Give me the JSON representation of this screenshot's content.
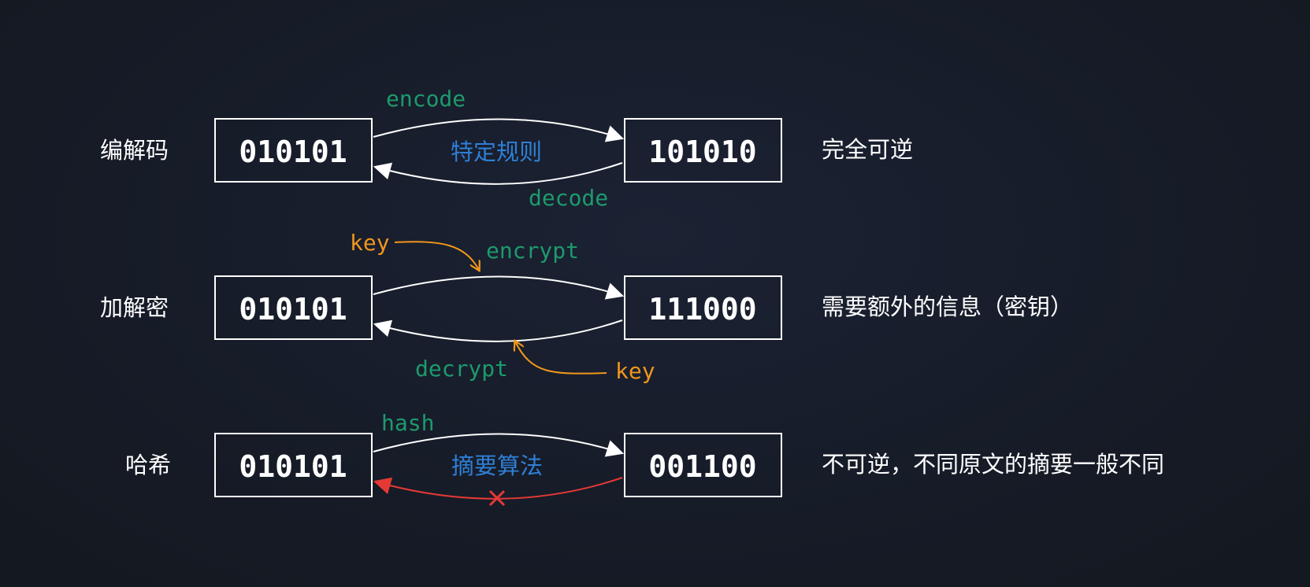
{
  "rows": [
    {
      "label": "编解码",
      "left_value": "010101",
      "right_value": "101010",
      "forward_op": "encode",
      "backward_op": "decode",
      "middle_text": "特定规则",
      "description": "完全可逆"
    },
    {
      "label": "加解密",
      "left_value": "010101",
      "right_value": "111000",
      "forward_op": "encrypt",
      "backward_op": "decrypt",
      "forward_key": "key",
      "backward_key": "key",
      "description": "需要额外的信息（密钥）"
    },
    {
      "label": "哈希",
      "left_value": "010101",
      "right_value": "001100",
      "forward_op": "hash",
      "middle_text": "摘要算法",
      "description": "不可逆，不同原文的摘要一般不同"
    }
  ],
  "colors": {
    "background": "#161b27",
    "operation": "#1d9a6c",
    "key": "#f0961c",
    "middle_text": "#2f7fd6",
    "irreversible": "#e53935",
    "foreground": "#ffffff"
  },
  "icons": {
    "blocked_marker": "cross-icon"
  }
}
